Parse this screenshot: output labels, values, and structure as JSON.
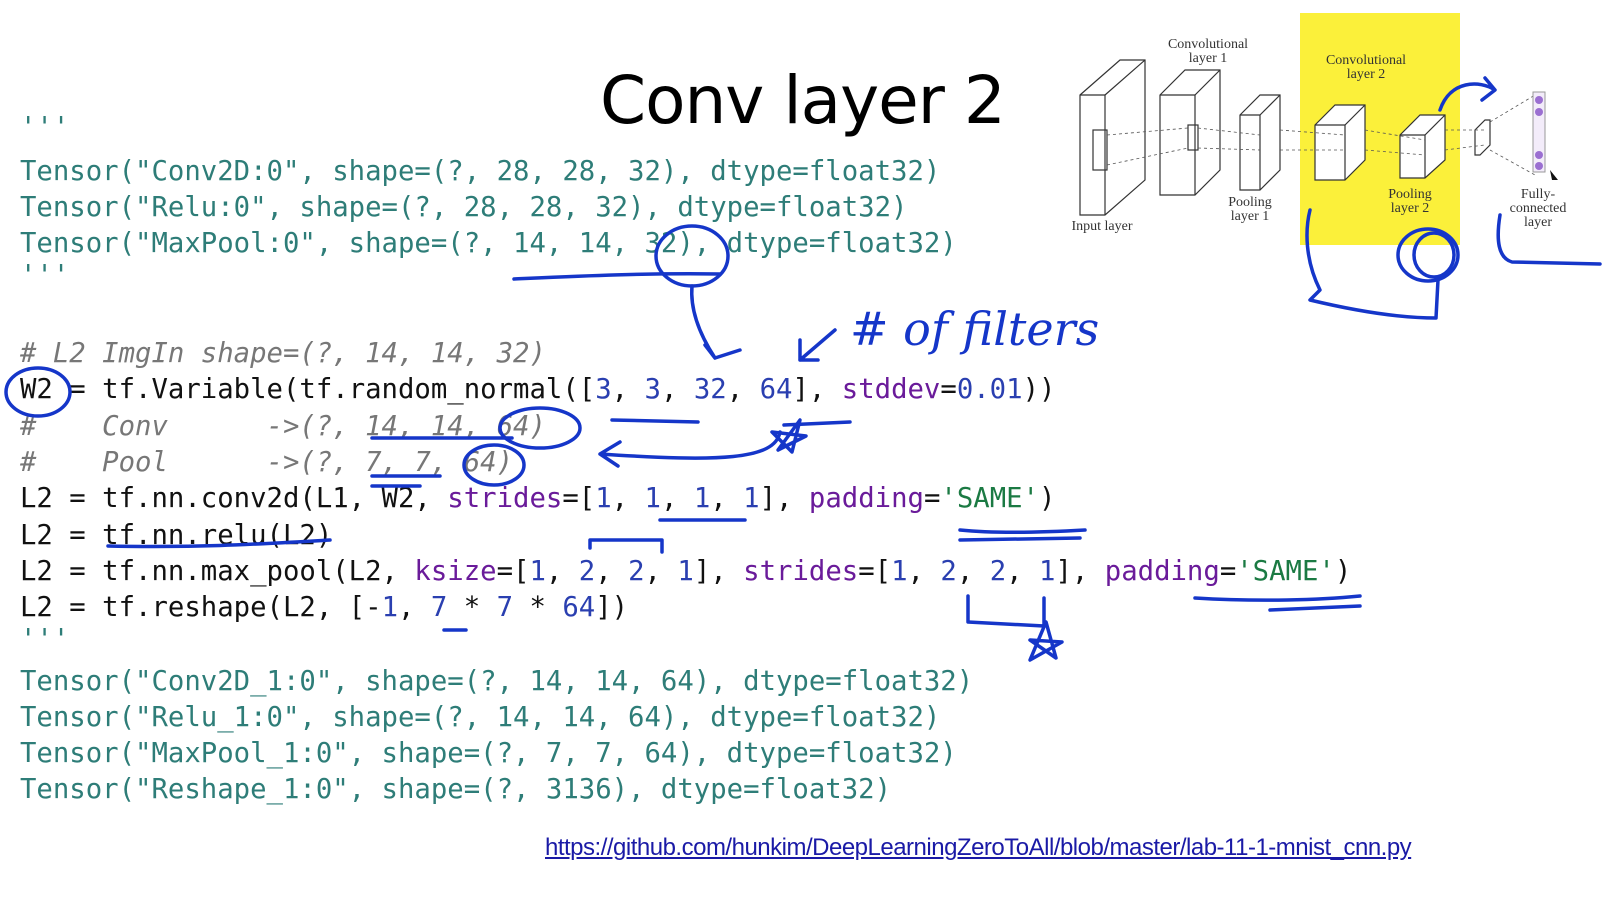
{
  "title": "Conv layer 2",
  "code": {
    "quote_top": "'''",
    "out1": [
      "Tensor(\"Conv2D:0\", shape=(?, 28, 28, 32), dtype=float32)",
      "Tensor(\"Relu:0\", shape=(?, 28, 28, 32), dtype=float32)",
      "Tensor(\"MaxPool:0\", shape=(?, 14, 14, 32), dtype=float32)"
    ],
    "quote_mid": "'''",
    "comment1": "# L2 ImgIn shape=(?, 14, 14, 32)",
    "w2_line": {
      "lhs": "W2",
      "a": " = tf.Variable(tf.random_normal([",
      "n1": "3",
      "s1": ", ",
      "n2": "3",
      "s2": ", ",
      "n3": "32",
      "s3": ", ",
      "n4": "64",
      "b": "], ",
      "kw": "stddev",
      "eq": "=",
      "n5": "0.01",
      "c": "))"
    },
    "comment2": "#    Conv      ->(?, 14, 14, 64)",
    "comment3": "#    Pool      ->(?, 7, 7, 64)",
    "conv_line": {
      "a": "L2 = tf.nn.conv2d(L1, W2, ",
      "kw1": "strides",
      "b": "=[",
      "n1": "1",
      "s1": ", ",
      "n2": "1",
      "s2": ", ",
      "n3": "1",
      "s3": ", ",
      "n4": "1",
      "c": "], ",
      "kw2": "padding",
      "eq": "=",
      "str": "'SAME'",
      "d": ")"
    },
    "relu_line": "L2 = tf.nn.relu(L2)",
    "pool_line": {
      "a": "L2 = tf.nn.max_pool(L2, ",
      "kw1": "ksize",
      "b": "=[",
      "n1": "1",
      "s1": ", ",
      "n2": "2",
      "s2": ", ",
      "n3": "2",
      "s3": ", ",
      "n4": "1",
      "c": "], ",
      "kw2": "strides",
      "d": "=[",
      "m1": "1",
      "t1": ", ",
      "m2": "2",
      "t2": ", ",
      "m3": "2",
      "t3": ", ",
      "m4": "1",
      "e": "], ",
      "kw3": "padding",
      "eq": "=",
      "str": "'SAME'",
      "f": ")"
    },
    "reshape_line": {
      "a": "L2 = tf.reshape(L2, [-",
      "n1": "1",
      "s1": ", ",
      "n2": "7",
      "s2": " * ",
      "n3": "7",
      "s3": " * ",
      "n4": "64",
      "b": "])"
    },
    "quote_bottom": "'''",
    "out2": [
      "Tensor(\"Conv2D_1:0\", shape=(?, 14, 14, 64), dtype=float32)",
      "Tensor(\"Relu_1:0\", shape=(?, 14, 14, 64), dtype=float32)",
      "Tensor(\"MaxPool_1:0\", shape=(?, 7, 7, 64), dtype=float32)",
      "Tensor(\"Reshape_1:0\", shape=(?, 3136), dtype=float32)"
    ]
  },
  "annotation": "# of filters",
  "diagram": {
    "labels": [
      "Convolutional layer 1",
      "Convolutional layer 2",
      "Input layer",
      "Pooling layer 1",
      "Pooling layer 2",
      "Fully-connected layer"
    ],
    "highlight_color": "#fbf03a"
  },
  "url": "https://github.com/hunkim/DeepLearningZeroToAll/blob/master/lab-11-1-mnist_cnn.py",
  "colors": {
    "ink": "#1536c9",
    "teal": "#2e7d78"
  }
}
